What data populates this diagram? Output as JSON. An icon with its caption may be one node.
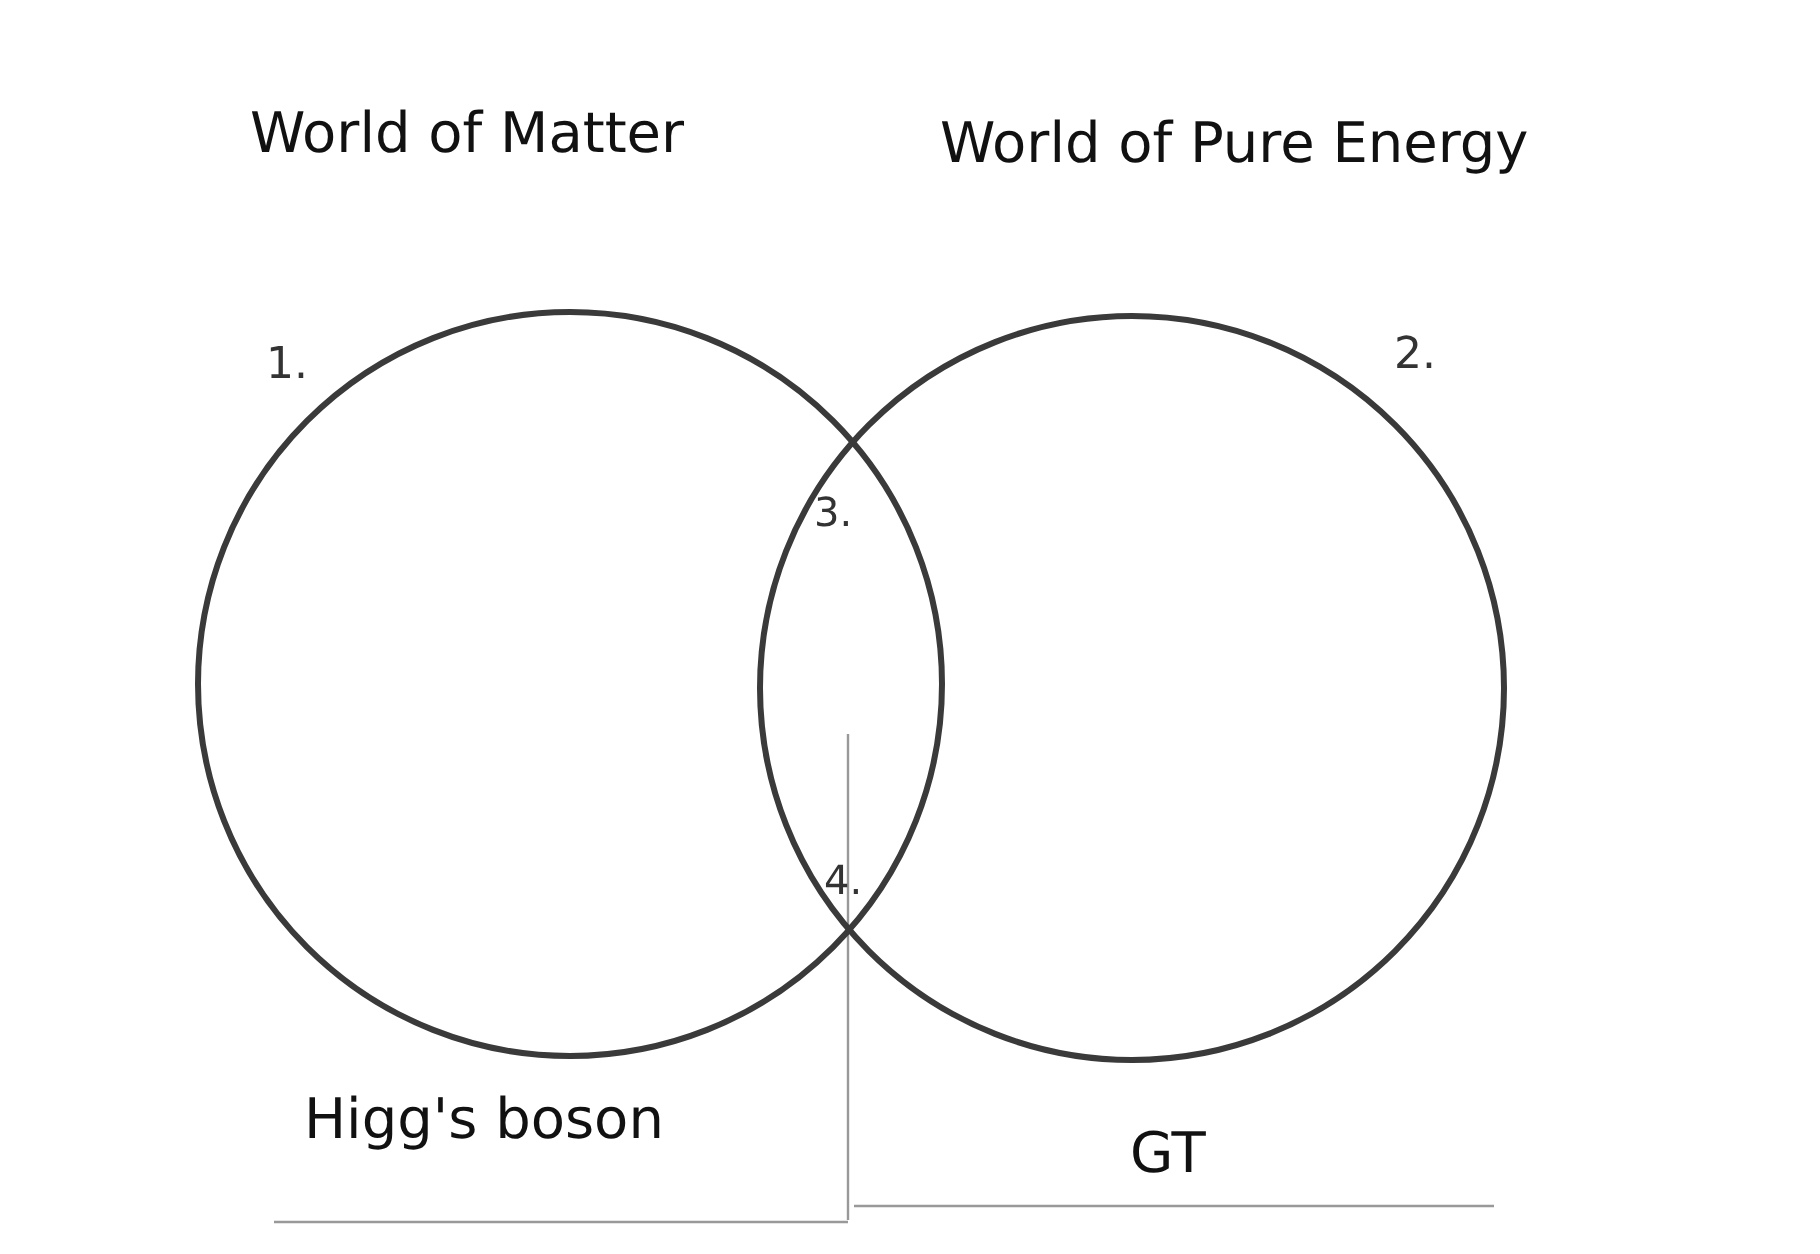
{
  "diagram": {
    "nodes": [
      {
        "text": [
          "World of Matter"
        ],
        "beside": [
          "1."
        ]
      },
      {
        "text": [
          "World of Pure Energy"
        ],
        "beside": [
          "2."
        ]
      }
    ],
    "labels": [
      "3.",
      "4.",
      "Higg's boson",
      "GT"
    ]
  }
}
